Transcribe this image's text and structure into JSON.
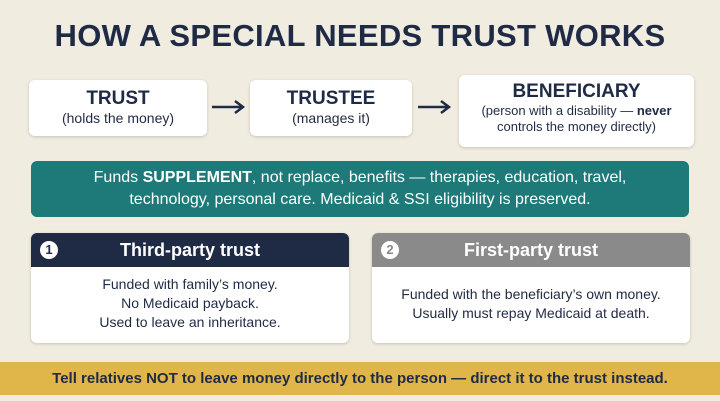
{
  "title": "HOW A SPECIAL NEEDS TRUST WORKS",
  "flow": {
    "trust": {
      "name": "TRUST",
      "sub": "(holds the money)"
    },
    "trustee": {
      "name": "TRUSTEE",
      "sub": "(manages it)"
    },
    "beneficiary": {
      "name": "BENEFICIARY",
      "sub_before": "(person with a disability —",
      "sub_bold": "never",
      "sub_after": "controls the money directly)"
    }
  },
  "supplement": {
    "lead": "Funds",
    "bold": "SUPPLEMENT",
    "rest1": ", not replace, benefits — therapies, education, travel,",
    "rest2": "technology, personal care. Medicaid & SSI eligibility is preserved."
  },
  "cards": [
    {
      "number": "1",
      "title": "Third-party trust",
      "lines": [
        "Funded with family’s money.",
        "No Medicaid payback.",
        "Used to leave an inheritance."
      ],
      "header_color": "#1f2a44"
    },
    {
      "number": "2",
      "title": "First-party trust",
      "lines": [
        "Funded with the beneficiary’s own money.",
        "Usually must repay Medicaid at death."
      ],
      "header_color": "#8a8a8a"
    }
  ],
  "banner": "Tell relatives NOT to leave money directly to the person — direct it to the trust instead.",
  "colors": {
    "navy": "#1f2a44",
    "teal": "#1d7a78",
    "gold": "#e0b54a",
    "gray": "#8a8a8a"
  }
}
